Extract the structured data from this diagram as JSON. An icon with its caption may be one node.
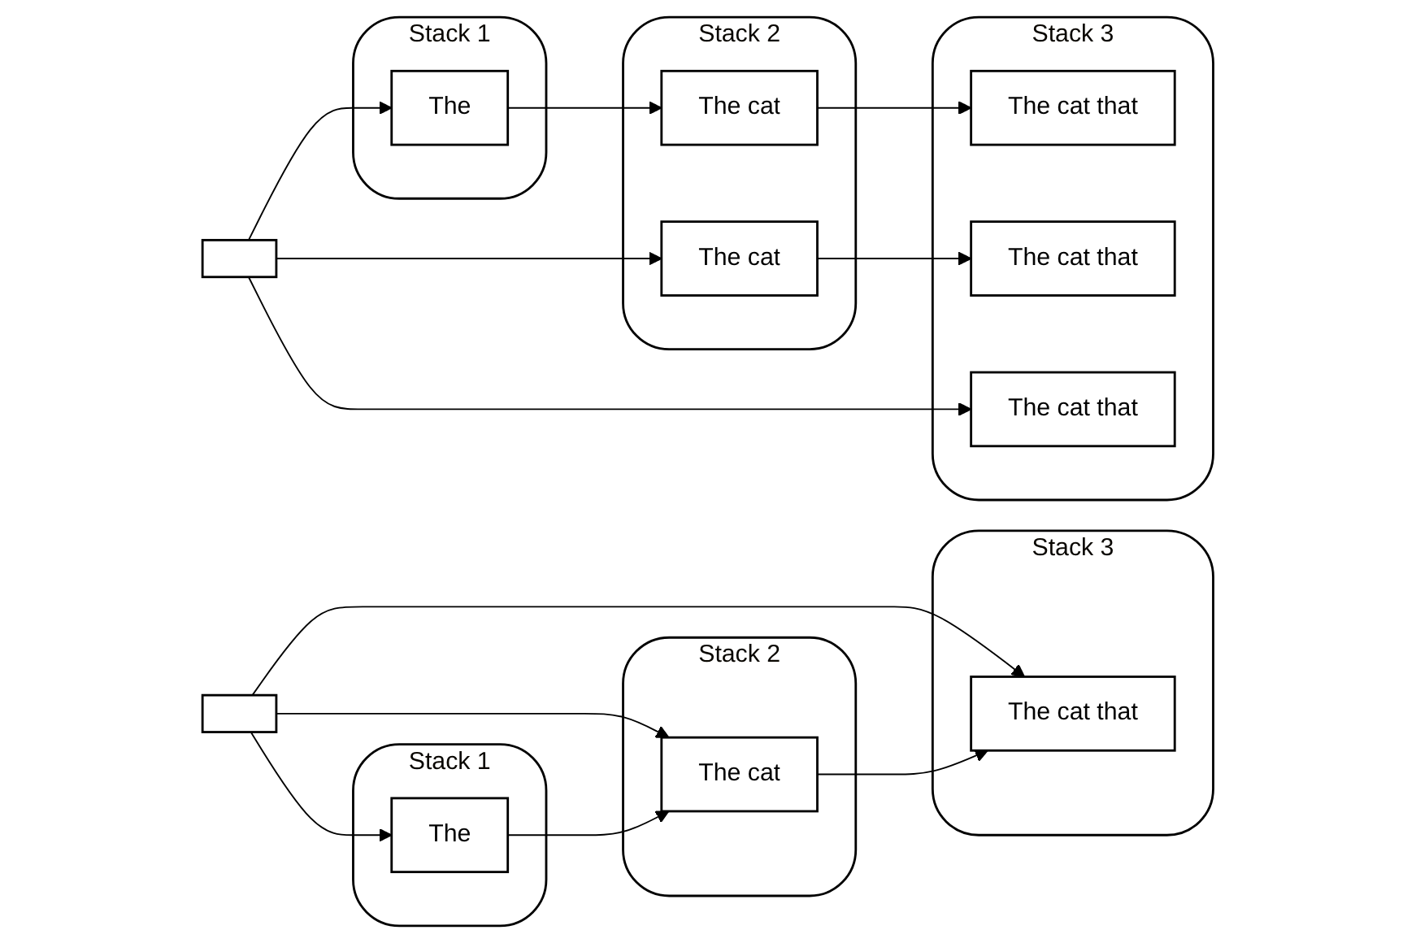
{
  "diagram": {
    "nodes": [
      {
        "text": [
          "Stack 1"
        ]
      },
      {
        "text": [
          "The"
        ],
        "in": 0
      },
      {
        "text": [
          "Stack 2"
        ]
      },
      {
        "text": [
          "The cat"
        ],
        "in": 2
      },
      {
        "text": [
          "The cat"
        ],
        "in": 2
      },
      {
        "text": [
          "Stack 3"
        ]
      },
      {
        "text": [
          "The cat that"
        ],
        "in": 5
      },
      {
        "text": [
          "The cat that"
        ],
        "in": 5
      },
      {
        "text": [
          "The cat that"
        ],
        "in": 5
      },
      {
        "text": [],
        "shape": "box"
      },
      {
        "text": [
          "Stack 1"
        ]
      },
      {
        "text": [
          "The"
        ],
        "in": 10
      },
      {
        "text": [
          "Stack 2"
        ]
      },
      {
        "text": [
          "The cat"
        ],
        "in": 12
      },
      {
        "text": [
          "Stack 3"
        ]
      },
      {
        "text": [
          "The cat that"
        ],
        "in": 14
      },
      {
        "text": [],
        "shape": "box"
      }
    ],
    "edges": [
      {
        "from": 9,
        "to": 1,
        "arrow": "to"
      },
      {
        "from": 9,
        "to": 4,
        "arrow": "to"
      },
      {
        "from": 9,
        "to": 8,
        "arrow": "to"
      },
      {
        "from": 1,
        "to": 3,
        "arrow": "to"
      },
      {
        "from": 3,
        "to": 6,
        "arrow": "to"
      },
      {
        "from": 4,
        "to": 7,
        "arrow": "to"
      },
      {
        "from": 16,
        "to": 11,
        "arrow": "to"
      },
      {
        "from": 16,
        "to": 13,
        "arrow": "to"
      },
      {
        "from": 16,
        "to": 15,
        "arrow": "to"
      },
      {
        "from": 11,
        "to": 13,
        "arrow": "to"
      },
      {
        "from": 13,
        "to": 15,
        "arrow": "to"
      }
    ]
  }
}
